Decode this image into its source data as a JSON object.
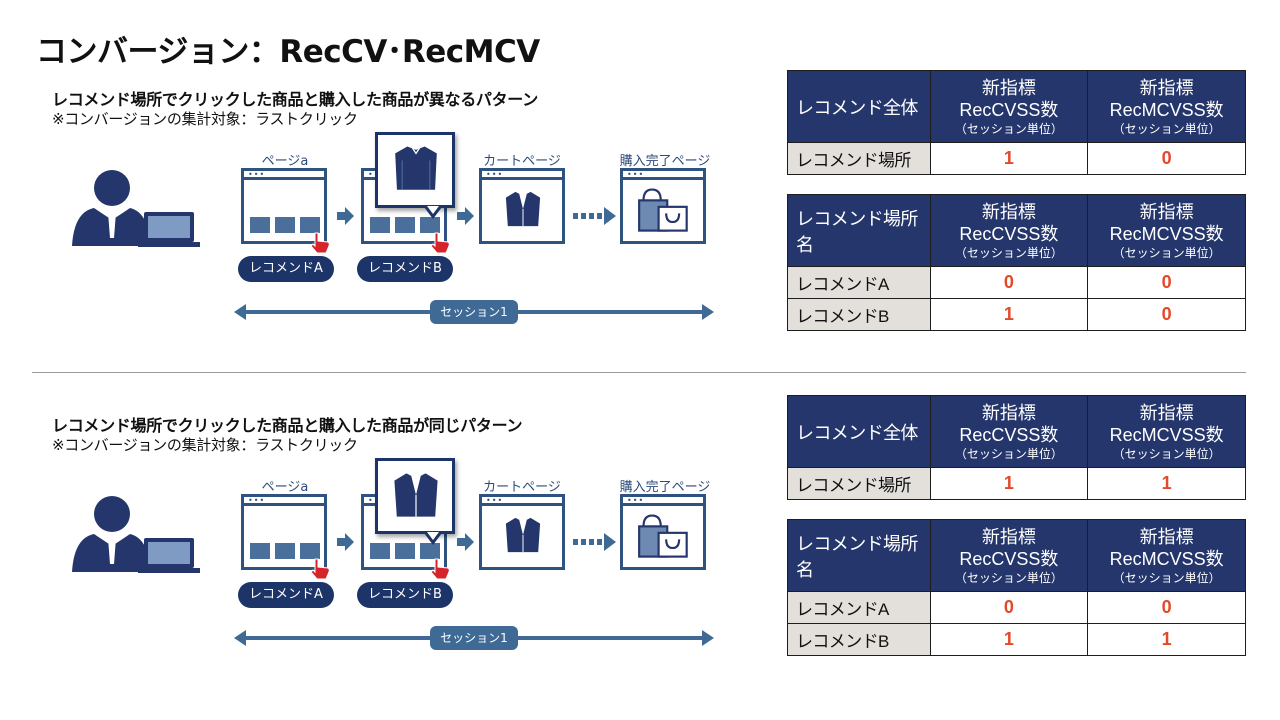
{
  "title": "コンバージョン：RecCV･RecMCV",
  "sections": [
    {
      "heading": "レコメンド場所でクリックした商品と購入した商品が異なるパターン",
      "sub": "※コンバージョンの集計対象：ラストクリック",
      "page_labels": [
        "ページa",
        "カートページ",
        "購入完了ページ"
      ],
      "pills": [
        "レコメンドA",
        "レコメンドB"
      ],
      "session": "セッション1",
      "table1": {
        "header": [
          "レコメンド全体",
          "新指標",
          "RecCVSS数",
          "（セッション単位）",
          "新指標",
          "RecMCVSS数",
          "（セッション単位）"
        ],
        "rows": [
          {
            "label": "レコメンド場所",
            "v1": "1",
            "v2": "0"
          }
        ]
      },
      "table2": {
        "header": [
          "レコメンド場所名",
          "新指標",
          "RecCVSS数",
          "（セッション単位）",
          "新指標",
          "RecMCVSS数",
          "（セッション単位）"
        ],
        "rows": [
          {
            "label": "レコメンドA",
            "v1": "0",
            "v2": "0"
          },
          {
            "label": "レコメンドB",
            "v1": "1",
            "v2": "0"
          }
        ]
      }
    },
    {
      "heading": "レコメンド場所でクリックした商品と購入した商品が同じパターン",
      "sub": "※コンバージョンの集計対象：ラストクリック",
      "page_labels": [
        "ページa",
        "カートページ",
        "購入完了ページ"
      ],
      "pills": [
        "レコメンドA",
        "レコメンドB"
      ],
      "session": "セッション1",
      "table1": {
        "header": [
          "レコメンド全体",
          "新指標",
          "RecCVSS数",
          "（セッション単位）",
          "新指標",
          "RecMCVSS数",
          "（セッション単位）"
        ],
        "rows": [
          {
            "label": "レコメンド場所",
            "v1": "1",
            "v2": "1"
          }
        ]
      },
      "table2": {
        "header": [
          "レコメンド場所名",
          "新指標",
          "RecCVSS数",
          "（セッション単位）",
          "新指標",
          "RecMCVSS数",
          "（セッション単位）"
        ],
        "rows": [
          {
            "label": "レコメンドA",
            "v1": "0",
            "v2": "0"
          },
          {
            "label": "レコメンドB",
            "v1": "1",
            "v2": "1"
          }
        ]
      }
    }
  ],
  "colors": {
    "navy": "#24366b",
    "value_red": "#e2492b",
    "row_gray": "#e3e0dc",
    "flow_blue": "#3f6a95"
  },
  "icons": [
    "person-with-laptop-icon",
    "browser-window-icon",
    "click-hand-icon",
    "shirt-icon",
    "jacket-icon",
    "shopping-bags-icon",
    "arrow-right-icon"
  ]
}
